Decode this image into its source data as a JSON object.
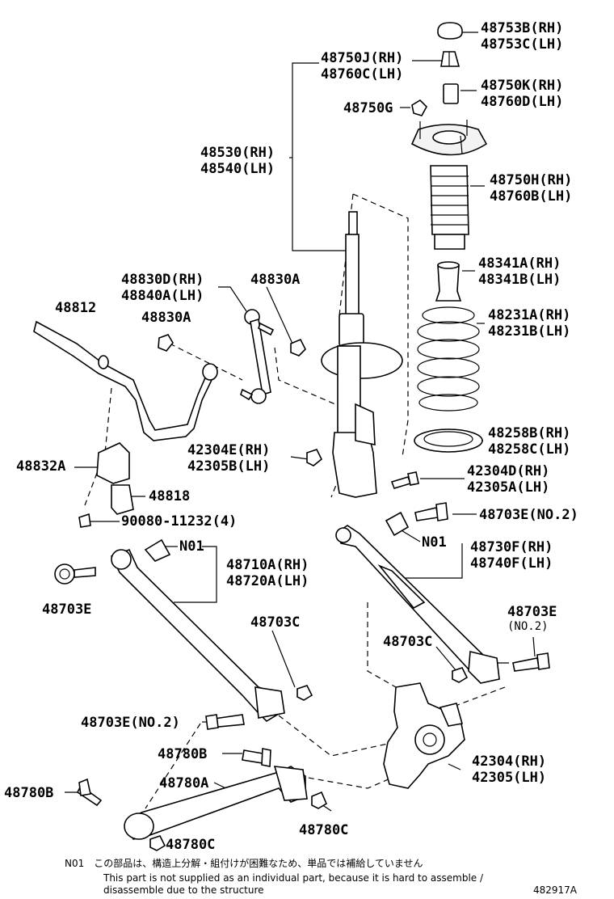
{
  "labels": {
    "l48753": [
      "48753B(RH)",
      "48753C(LH)"
    ],
    "l48750j": [
      "48750J(RH)",
      "48760C(LH)"
    ],
    "l48750k": [
      "48750K(RH)",
      "48760D(LH)"
    ],
    "l48750g": "48750G",
    "l48530": [
      "48530(RH)",
      "48540(LH)"
    ],
    "l48750h": [
      "48750H(RH)",
      "48760B(LH)"
    ],
    "l48341": [
      "48341A(RH)",
      "48341B(LH)"
    ],
    "l48830d": [
      "48830D(RH)",
      "48840A(LH)"
    ],
    "l48830a_1": "48830A",
    "l48812": "48812",
    "l48830a_2": "48830A",
    "l48231": [
      "48231A(RH)",
      "48231B(LH)"
    ],
    "l48258": [
      "48258B(RH)",
      "48258C(LH)"
    ],
    "l42304e": [
      "42304E(RH)",
      "42305B(LH)"
    ],
    "l42304d": [
      "42304D(RH)",
      "42305A(LH)"
    ],
    "l48832a": "48832A",
    "l48818": "48818",
    "l90080": "90080-11232(4)",
    "l48703e_no2_top": "48703E(NO.2)",
    "l_n01_a": "N01",
    "l_n01_b": "N01",
    "l48710a": [
      "48710A(RH)",
      "48720A(LH)"
    ],
    "l48730f": [
      "48730F(RH)",
      "48740F(LH)"
    ],
    "l48703e_left": "48703E",
    "l48703e_right": "48703E",
    "l_no2_small": "(NO.2)",
    "l48703c_1": "48703C",
    "l48703c_2": "48703C",
    "l48703e_no2_bottom": "48703E(NO.2)",
    "l48780b_1": "48780B",
    "l42304": [
      "42304(RH)",
      "42305(LH)"
    ],
    "l48780a": "48780A",
    "l48780b_2": "48780B",
    "l48780c_1": "48780C",
    "l48780c_2": "48780C"
  },
  "footnote": {
    "jp": "N01　この部品は、構造上分解・組付けが困難なため、単品では補給していません",
    "en1": "This part is not supplied as an individual part, because it is hard to assemble /",
    "en2": "disassemble due to the structure"
  },
  "figure_id": "482917A"
}
